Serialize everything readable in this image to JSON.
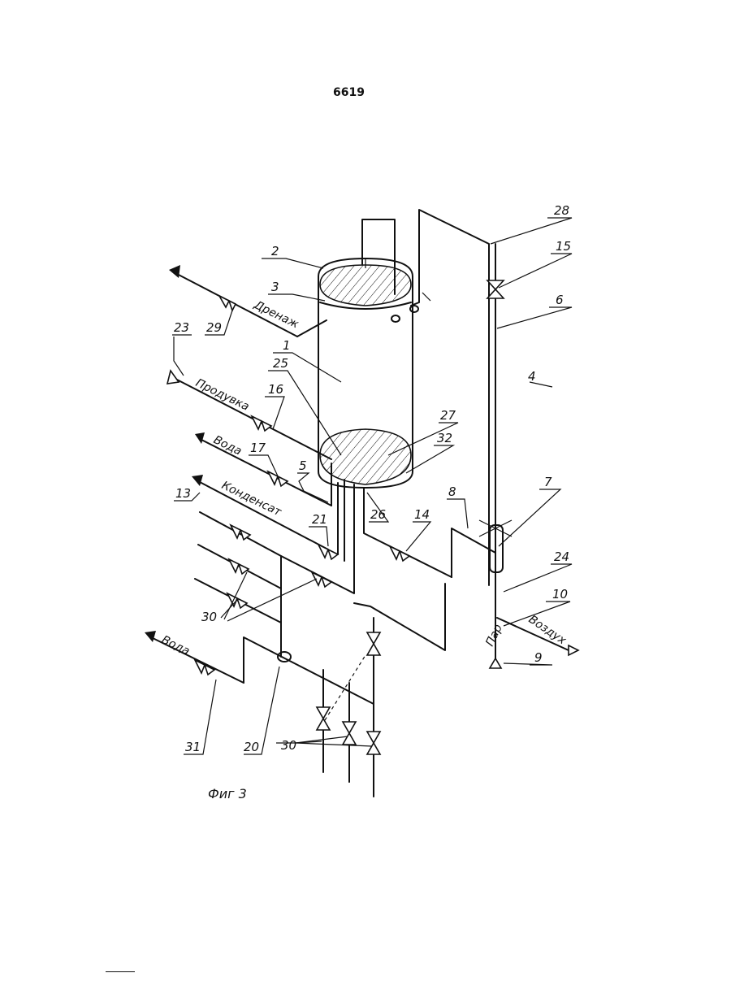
{
  "page": {
    "number": "6619"
  },
  "figure": {
    "caption": "Фиг 3"
  },
  "words": {
    "drain": "Дренаж",
    "purge": "Продувка",
    "water_top": "Вода",
    "condensate": "Конденсат",
    "water_bottom": "Вода",
    "steam": "Пар",
    "air": "Воздух"
  },
  "labels": {
    "l1": "1",
    "l2": "2",
    "l3": "3",
    "l4": "4",
    "l5": "5",
    "l6": "6",
    "l7": "7",
    "l8": "8",
    "l9": "9",
    "l10": "10",
    "l13": "13",
    "l14": "14",
    "l15": "15",
    "l16": "16",
    "l17": "17",
    "l20": "20",
    "l21": "21",
    "l23": "23",
    "l24": "24",
    "l25": "25",
    "l26": "26",
    "l27": "27",
    "l28": "28",
    "l29": "29",
    "l30a": "30",
    "l30b": "30",
    "l31": "31",
    "l32": "32"
  }
}
